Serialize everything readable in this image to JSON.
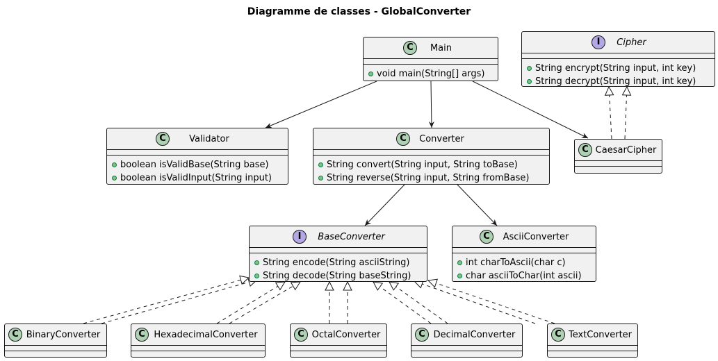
{
  "title": "Diagramme de classes - GlobalConverter",
  "classes": {
    "main": {
      "kind": "C",
      "name": "Main",
      "methods": [
        "void main(String[] args)"
      ]
    },
    "cipher": {
      "kind": "I",
      "name": "Cipher",
      "methods": [
        "String encrypt(String input, int key)",
        "String decrypt(String input, int key)"
      ]
    },
    "validator": {
      "kind": "C",
      "name": "Validator",
      "methods": [
        "boolean isValidBase(String base)",
        "boolean isValidInput(String input)"
      ]
    },
    "converter": {
      "kind": "C",
      "name": "Converter",
      "methods": [
        "String convert(String input, String toBase)",
        "String reverse(String input, String fromBase)"
      ]
    },
    "caesar": {
      "kind": "C",
      "name": "CaesarCipher",
      "methods": []
    },
    "baseconv": {
      "kind": "I",
      "name": "BaseConverter",
      "methods": [
        "String encode(String asciiString)",
        "String decode(String baseString)"
      ]
    },
    "ascii": {
      "kind": "C",
      "name": "AsciiConverter",
      "methods": [
        "int charToAscii(char c)",
        "char asciiToChar(int ascii)"
      ]
    },
    "binary": {
      "kind": "C",
      "name": "BinaryConverter",
      "methods": []
    },
    "hex": {
      "kind": "C",
      "name": "HexadecimalConverter",
      "methods": []
    },
    "octal": {
      "kind": "C",
      "name": "OctalConverter",
      "methods": []
    },
    "decimal": {
      "kind": "C",
      "name": "DecimalConverter",
      "methods": []
    },
    "text": {
      "kind": "C",
      "name": "TextConverter",
      "methods": []
    }
  },
  "relations": [
    {
      "from": "main",
      "to": "validator",
      "type": "association"
    },
    {
      "from": "main",
      "to": "converter",
      "type": "association"
    },
    {
      "from": "main",
      "to": "caesar",
      "type": "association"
    },
    {
      "from": "caesar",
      "to": "cipher",
      "type": "realization"
    },
    {
      "from": "converter",
      "to": "baseconv",
      "type": "association"
    },
    {
      "from": "converter",
      "to": "ascii",
      "type": "association"
    },
    {
      "from": "binary",
      "to": "baseconv",
      "type": "realization"
    },
    {
      "from": "hex",
      "to": "baseconv",
      "type": "realization"
    },
    {
      "from": "octal",
      "to": "baseconv",
      "type": "realization"
    },
    {
      "from": "decimal",
      "to": "baseconv",
      "type": "realization"
    },
    {
      "from": "text",
      "to": "baseconv",
      "type": "realization"
    }
  ]
}
